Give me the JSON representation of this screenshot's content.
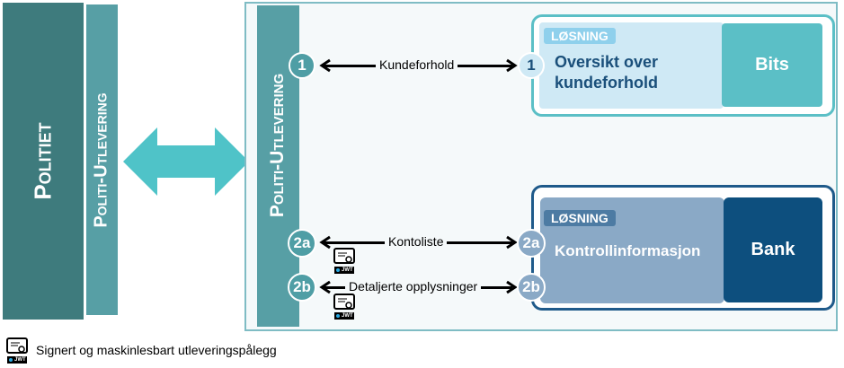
{
  "left": {
    "politiet": "Politiet",
    "utlevering": "Politi-Utlevering"
  },
  "sidebar": {
    "label": "Politi-Utlevering"
  },
  "flows": [
    {
      "id": "1",
      "label": "Kundeforhold",
      "left_color": "#4f9ea5",
      "right_color": "#cfe9f5",
      "right_text_color": "#1a4f7a"
    },
    {
      "id": "2a",
      "label": "Kontoliste",
      "left_color": "#4f9ea5",
      "right_color": "#8aa9c6"
    },
    {
      "id": "2b",
      "label": "Detaljerte opplysninger",
      "left_color": "#4f9ea5",
      "right_color": "#8aa9c6"
    }
  ],
  "top_solution": {
    "tag": "LØSNING",
    "title": "Oversikt over kundeforhold",
    "provider": "Bits"
  },
  "bottom_solution": {
    "tag": "LØSNING",
    "title": "Kontrollinformasjon",
    "provider": "Bank"
  },
  "legend": {
    "icon": "signed-certificate-icon",
    "badge": "JWT",
    "text": "Signert og maskinlesbart utleveringspålegg"
  },
  "colors": {
    "politiet": "#3e7b7d",
    "utlevering": "#579fa5",
    "double_arrow": "#4fc3c8",
    "bits": "#5bbfc6",
    "bank": "#0d4f7e"
  }
}
